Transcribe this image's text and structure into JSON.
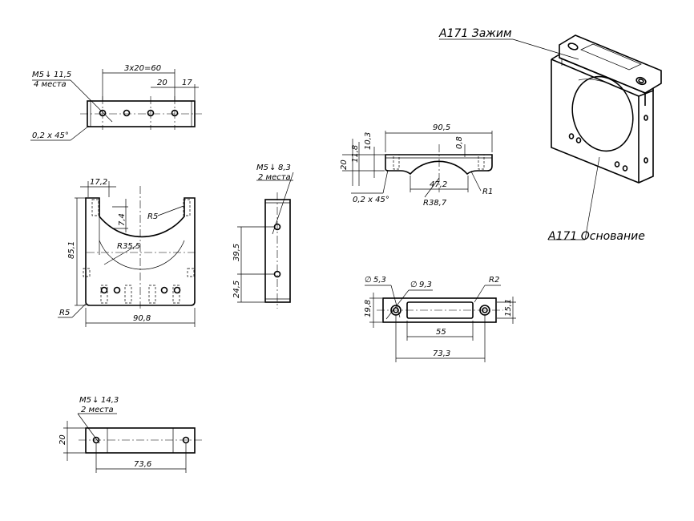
{
  "labels": {
    "clamp": "А171 Зажим",
    "base": "А171 Основание"
  },
  "view_top": {
    "hole_spec": "M5",
    "hole_depth": "11,5",
    "hole_count": "4 места",
    "pitch": "3x20=60",
    "dim_20": "20",
    "dim_17": "17",
    "chamfer": "0,2 x 45°"
  },
  "view_front": {
    "dim_17_2": "17,2",
    "dim_7_4": "7,4",
    "r5_top": "R5",
    "r35_5": "R35,5",
    "height_85_1": "85,1",
    "r5_corner": "R5",
    "width_90_8": "90,8"
  },
  "view_side": {
    "hole_spec": "M5",
    "hole_depth": "8,3",
    "hole_count": "2 места",
    "dim_39_5": "39,5",
    "dim_24_5": "24,5"
  },
  "view_clamp_side": {
    "width_90_5": "90,5",
    "dim_10_3": "10,3",
    "dim_11_8": "11,8",
    "dim_20": "20",
    "dim_0_8": "0,8",
    "dim_47_2": "47,2",
    "r1": "R1",
    "r38_7": "R38,7",
    "chamfer": "0,2 x 45°"
  },
  "view_clamp_top": {
    "dia_5_3": "5,3",
    "dia_9_3": "9,3",
    "r2": "R2",
    "dim_19_8": "19,8",
    "dim_15_1": "15,1",
    "dim_55": "55",
    "dim_73_3": "73,3"
  },
  "view_bottom": {
    "hole_spec": "M5",
    "hole_depth": "14,3",
    "hole_count": "2 места",
    "dim_20": "20",
    "dim_73_6": "73,6"
  }
}
